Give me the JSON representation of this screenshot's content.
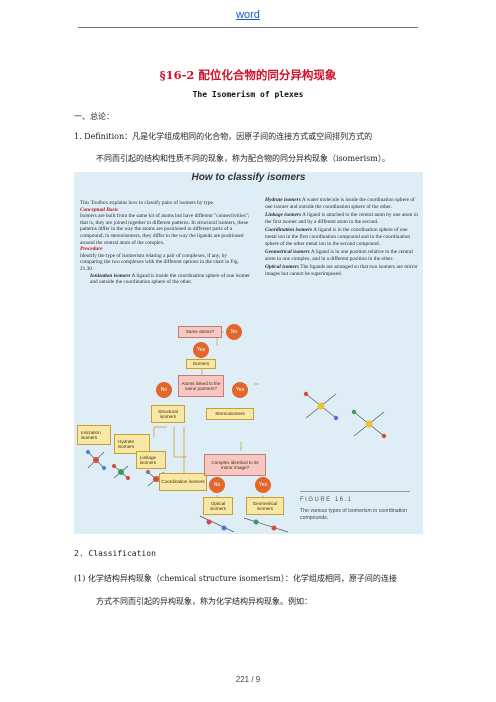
{
  "header": {
    "word_link": "word"
  },
  "doc": {
    "title": "§16-2 配位化合物的同分异构现象",
    "subtitle": "The Isomerism of plexes",
    "section1": "一、总论：",
    "def_line1": "1. Definition：凡是化学组成相同的化合物，因原子间的连接方式或空间排列方式的",
    "def_line2": "不同而引起的结构和性质不同的现象，称为配合物的同分异构现象（isomerism）。",
    "classification": "2. Classification",
    "c1_line1": "(1) 化学结构异构现象（chemical structure isomerism）：化学组成相同，原子间的连接",
    "c1_line2": "方式不同而引起的异构现象，称为化学结构异构现象。例如："
  },
  "figure": {
    "title": "How to classify isomers",
    "left_col": {
      "intro": "This Toolbox explains how to classify pairs of isomers by type.",
      "basis_head": "Conceptual Basis",
      "basis_text": "Isomers are built from the same kit of atoms but have different \"connectivities\"; that is, they are joined together in different patterns. In structural isomers, these patterns differ in the way the atoms are positioned in different parts of a compound; in stereoisomers, they differ in the way the ligands are positioned around the central atom of the complex.",
      "proc_head": "Procedure",
      "proc_text": "Identify the type of isomerism relating a pair of complexes, if any, by comparing the two complexes with the different options in the chart in Fig. 21.30.",
      "ion_term": "Ionization isomers",
      "ion_text": "A ligand is inside the coordination sphere of one isomer and outside the coordination sphere of the other."
    },
    "right_col": {
      "hyd_term": "Hydrate isomers",
      "hyd_text": "A water molecule is inside the coordination sphere of one isomer and outside the coordination sphere of the other.",
      "link_term": "Linkage isomers",
      "link_text": "A ligand is attached to the central atom by one atom in the first isomer and by a different atom in the second.",
      "coord_term": "Coordination isomers",
      "coord_text": "A ligand is in the coordination sphere of one metal ion in the first coordination compound and in the coordination sphere of the other metal ion in the second compound.",
      "geo_term": "Geometrical isomers",
      "geo_text": "A ligand is in one position relative to the central atom in one complex, and in a different position in the other.",
      "opt_term": "Optical isomers",
      "opt_text": "The ligands are arranged so that two isomers are mirror images but cannot be superimposed."
    },
    "chart": {
      "same_atoms": "Same atoms?",
      "no": "No",
      "yes": "Yes",
      "isomers": "Isomers",
      "atoms_linked": "Atoms linked to the same partners?",
      "structural": "Structural isomers",
      "stereo": "Stereoisomers",
      "ionization": "Ionization isomers",
      "hydrate": "Hydrate isomers",
      "linkage": "Linkage isomers",
      "coordination": "Coordination isomers",
      "mirror_q": "Complex identical to its mirror image?",
      "optical": "Optical isomers",
      "geometrical": "Geometrical isomers"
    },
    "caption_label": "FIGURE 16.1",
    "caption_text": "The various types of isomerism in coordination compounds."
  },
  "footer": {
    "page": "221 / 9"
  },
  "colors": {
    "title_red": "#d0112b",
    "link_blue": "#1a57c8",
    "figure_bg": "#dfeef6",
    "box_yellow": "#f8e8a6",
    "circle_orange": "#e3662a"
  }
}
